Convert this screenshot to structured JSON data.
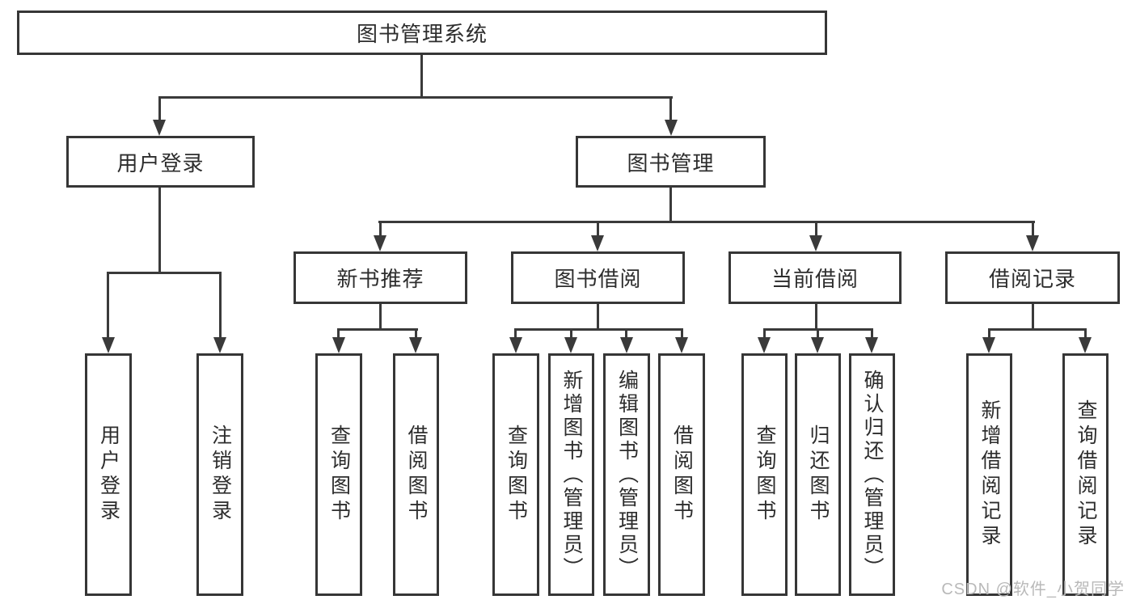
{
  "nodes": {
    "root": "图书管理系统",
    "branches": [
      "用户登录",
      "图书管理"
    ],
    "modules": [
      "新书推荐",
      "图书借阅",
      "当前借阅",
      "借阅记录"
    ],
    "leaf_groups": [
      {
        "parent": "用户登录",
        "items": [
          "用户登录",
          "注销登录"
        ]
      },
      {
        "parent": "新书推荐",
        "items": [
          "查询图书",
          "借阅图书"
        ]
      },
      {
        "parent": "图书借阅",
        "items": [
          "查询图书",
          "新增图书（管理员）",
          "编辑图书（管理员）",
          "借阅图书"
        ]
      },
      {
        "parent": "当前借阅",
        "items": [
          "查询图书",
          "归还图书",
          "确认归还（管理员）"
        ]
      },
      {
        "parent": "借阅记录",
        "items": [
          "新增借阅记录",
          "查询借阅记录"
        ]
      }
    ]
  },
  "watermark": "CSDN @软件_小贺同学",
  "colors": {
    "background": "#ffffff",
    "box_fill": "#ffffff",
    "box_border": "#363636",
    "connector": "#3a3a3a",
    "text": "#2d2d2d",
    "watermark_text": "#b9b9b9"
  }
}
